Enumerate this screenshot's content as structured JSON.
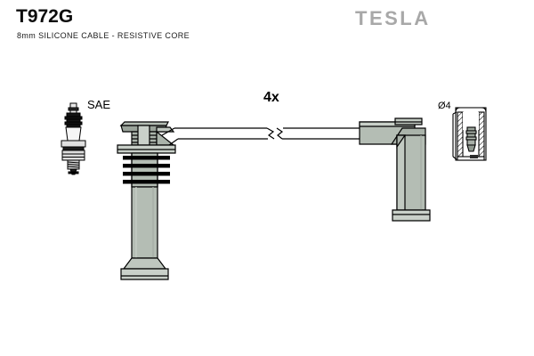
{
  "header": {
    "part_number": "T972G",
    "description": "8mm SILICONE CABLE - RESISTIVE CORE",
    "brand": "TESLA"
  },
  "annotations": {
    "spark_plug_standard": "SAE",
    "quantity": "4x",
    "diameter": "Ø4"
  },
  "colors": {
    "background": "#ffffff",
    "line": "#000000",
    "body_fill": "#b4bdb4",
    "body_fill_light": "#c9d0c9",
    "body_fill_dark": "#9aa39a",
    "rib_fill": "#000000",
    "logo_gray": "#a8a8a8",
    "text": "#0d0d0d"
  },
  "components": [
    {
      "name": "spark-plug",
      "label": "SAE"
    },
    {
      "name": "spark-plug-boot",
      "label": ""
    },
    {
      "name": "ignition-cable",
      "label": "4x"
    },
    {
      "name": "distributor-boot",
      "label": ""
    },
    {
      "name": "terminal-cross-section",
      "label": "Ø4"
    }
  ]
}
